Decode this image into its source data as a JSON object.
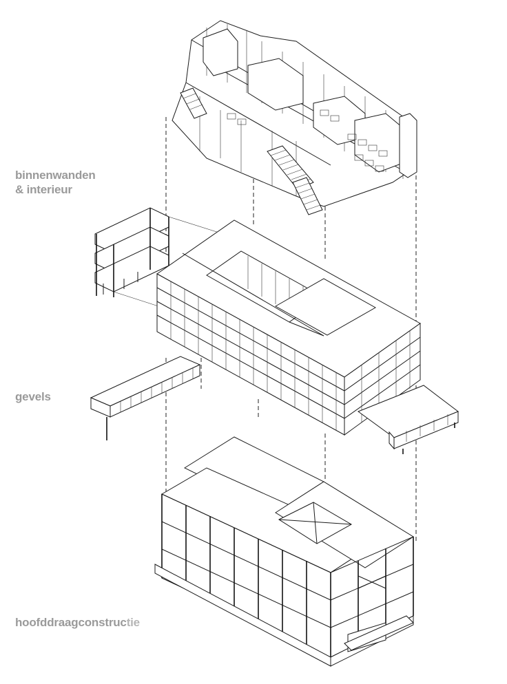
{
  "labels": {
    "interior_line1": "binnenwanden",
    "interior_line2": "& interieur",
    "gevels": "gevels",
    "hoofd_main": "hoofddraagconstruc",
    "hoofd_tail": "tie"
  },
  "colors": {
    "label_gray": "#9a9a9a",
    "label_tail_gray": "#b5b5b5",
    "line": "#1a1a1a"
  }
}
